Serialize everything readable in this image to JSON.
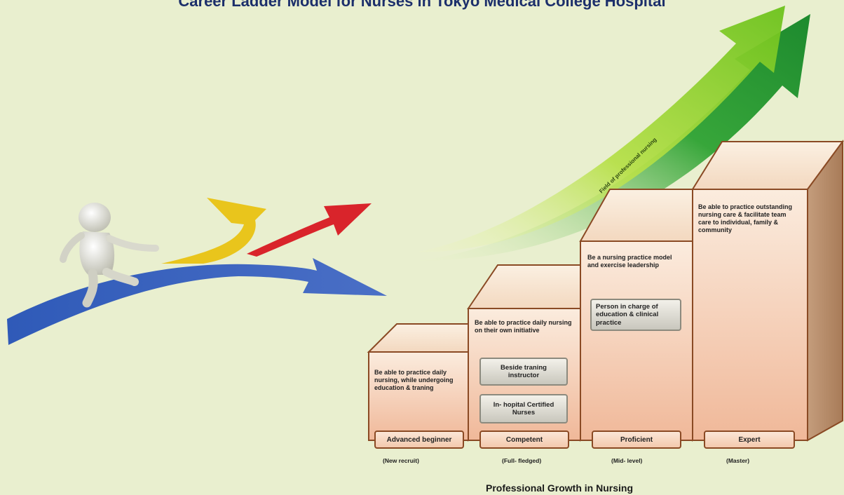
{
  "title": "Career Ladder Model for Nurses in Tokyo Medical College Hospital",
  "arrow_label": "Field of professional nursing",
  "steps": [
    {
      "description": "Be able to practice daily nursing, while undergoing education & traning",
      "level": "Advanced beginner",
      "tag": "(New recruit)",
      "roles": []
    },
    {
      "description": "Be able to practice daily nursing on their own initiative",
      "level": "Competent",
      "tag": "(Full- fledged)",
      "roles": [
        "Beside traning instructor",
        "In- hopital Certified Nurses"
      ]
    },
    {
      "description": "Be a nursing practice model and exercise leadership",
      "level": "Proficient",
      "tag": "(Mid- level)",
      "roles": [
        "Person in charge of education & clinical practice"
      ]
    },
    {
      "description": "Be able to practice outstanding nursing care & facilitate team care to individual, family & community",
      "level": "Expert",
      "tag": "(Master)",
      "roles": []
    }
  ],
  "caption": "Professional Growth in Nursing",
  "colors": {
    "background": "#e9efcf",
    "title": "#1c2f6b",
    "step_front": "#f2c7a8",
    "step_top": "#f7e3cf",
    "step_side": "#b88c6a",
    "step_border": "#8a4a24",
    "path_blue": "#3b5fb8",
    "path_yellow": "#e6c41a",
    "path_red": "#d9242b",
    "growth_arrow": "#8ed13a"
  }
}
